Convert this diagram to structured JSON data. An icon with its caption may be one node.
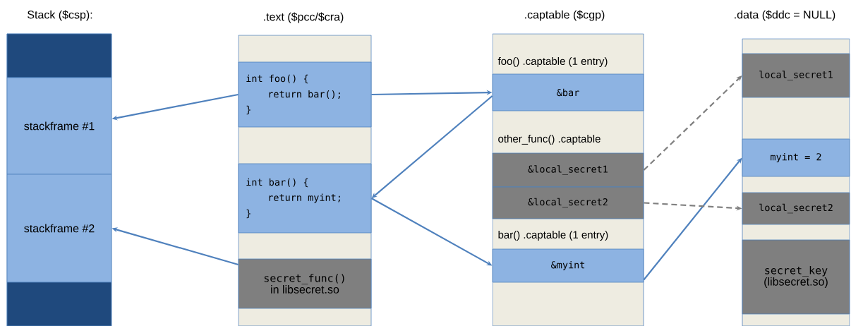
{
  "diagram": {
    "nodes": [
      {
        "text": [
          "Stack ($csp):"
        ]
      },
      {
        "text": [],
        "shape": "box",
        "in": 0
      },
      {
        "text": [
          "stackframe #1"
        ],
        "in": 0
      },
      {
        "text": [
          "stackframe #2"
        ],
        "in": 0
      },
      {
        "text": [],
        "shape": "box",
        "in": 0
      },
      {
        "text": [
          ".text ($pcc/$cra)"
        ]
      },
      {
        "text": [
          "int foo() {",
          "return bar();",
          "}"
        ],
        "in": 5
      },
      {
        "text": [
          "int bar() {",
          "return myint;",
          "}"
        ],
        "in": 5
      },
      {
        "text": [
          "secret_func()",
          "in libsecret.so"
        ],
        "in": 5
      },
      {
        "text": [
          ".captable ($cgp)",
          "foo() .captable (1 entry)",
          "other_func() .captable",
          "bar() .captable (1 entry)"
        ]
      },
      {
        "text": [
          "&bar"
        ],
        "in": 9
      },
      {
        "text": [
          "&local_secret1"
        ],
        "in": 9
      },
      {
        "text": [
          "&local_secret2"
        ],
        "in": 9
      },
      {
        "text": [
          "&myint"
        ],
        "in": 9
      },
      {
        "text": [
          ".data ($ddc = NULL)"
        ]
      },
      {
        "text": [
          "local_secret1"
        ],
        "in": 14
      },
      {
        "text": [
          "myint = 2"
        ],
        "in": 14
      },
      {
        "text": [
          "local_secret2"
        ],
        "in": 14
      },
      {
        "text": [
          "secret_key",
          "(libsecret.so)"
        ],
        "in": 14
      }
    ],
    "edges": [
      {
        "from": 6,
        "to": 2,
        "arrow": "to"
      },
      {
        "from": 8,
        "to": 3,
        "arrow": "to"
      },
      {
        "from": 6,
        "to": 10,
        "arrow": "to"
      },
      {
        "from": 10,
        "to": 7,
        "arrow": "to"
      },
      {
        "from": 7,
        "to": 13,
        "arrow": "to"
      },
      {
        "from": 13,
        "to": 16,
        "arrow": "to"
      },
      {
        "from": 11,
        "to": 15,
        "arrow": "to",
        "style": "dashed",
        "color": "#808080"
      },
      {
        "from": 12,
        "to": 17,
        "arrow": "to",
        "style": "dashed",
        "color": "#808080"
      }
    ]
  }
}
